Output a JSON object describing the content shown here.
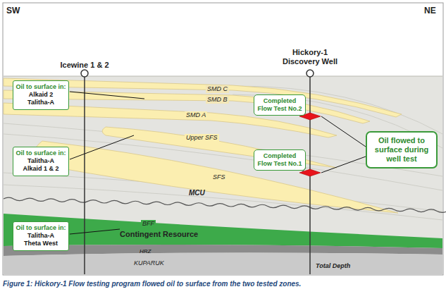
{
  "diagram": {
    "caption": "Figure 1: Hickory-1 Flow testing program flowed oil to surface from the two tested zones.",
    "nodes": [
      {
        "text": [
          "Oil to surface in:",
          "Alkaid 2 Talitha-A"
        ]
      },
      {
        "text": [
          "Oil to surface in:",
          "Talitha-A Alkaid 1 & 2"
        ]
      },
      {
        "text": [
          "Oil to surface in:",
          "Talitha-A Theta West"
        ]
      },
      {
        "text": [
          "Completed Flow Test No.2"
        ]
      },
      {
        "text": [
          "Completed Flow Test No.1"
        ]
      },
      {
        "text": [
          "Oil flowed to surface during well test"
        ]
      }
    ],
    "labels": [
      "SW",
      "NE",
      "Icewine 1 & 2",
      "Hickory-1 Discovery Well",
      "SMD C",
      "SMD B",
      "SMD A",
      "Upper SFS",
      "SFS",
      "MCU",
      "BFF",
      "Contingent Resource",
      "HRZ",
      "KUPARUK",
      "Total Depth"
    ]
  }
}
